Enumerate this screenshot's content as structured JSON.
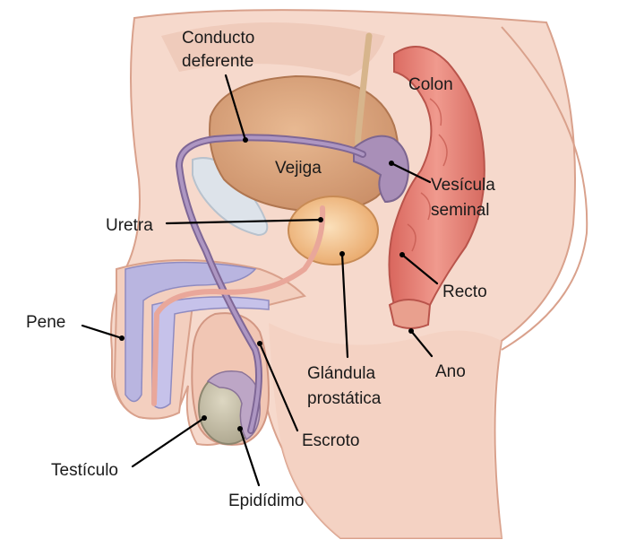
{
  "labels": {
    "vas_deferens_line1": "Conducto",
    "vas_deferens_line2": "deferente",
    "colon": "Colon",
    "bladder": "Vejiga",
    "seminal_vesicle_line1": "Vesícula",
    "seminal_vesicle_line2": "seminal",
    "urethra": "Uretra",
    "rectum": "Recto",
    "penis": "Pene",
    "prostate_line1": "Glándula",
    "prostate_line2": "prostática",
    "anus": "Ano",
    "scrotum": "Escroto",
    "testicle": "Testículo",
    "epididymis": "Epidídimo"
  },
  "colors": {
    "skin": "#f6d9cc",
    "skin_dark": "#e9b9a6",
    "bladder": "#d9a47e",
    "prostate": "#f3c28a",
    "vessel": "#a98fb8",
    "colon": "#e07c72",
    "penis_tissue": "#b9b5e0",
    "testicle": "#c9c2a8",
    "bone": "#dde3ea"
  }
}
